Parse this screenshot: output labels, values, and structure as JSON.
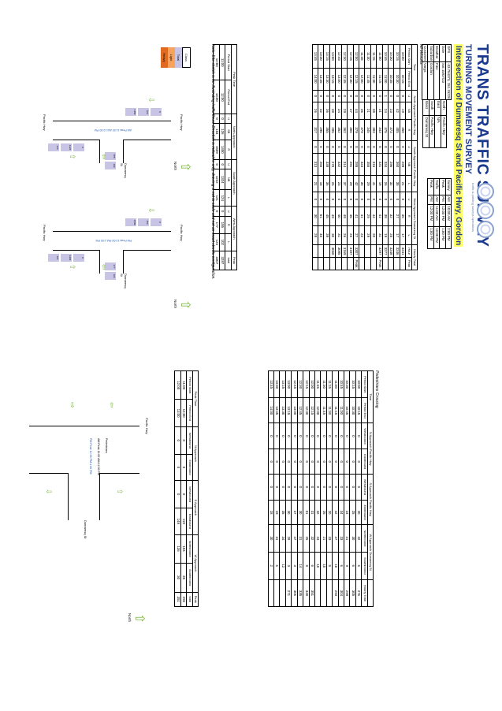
{
  "header": {
    "brand": "TRANS TRAFFIC SURVEY",
    "tagline": "traffic & parking surveys specialists",
    "subtitle": "TURNING MOVEMENT SURVEY",
    "intersection": "Intersection of Dumaresq St and Pacific Hwy, Gordon"
  },
  "info": {
    "rows": [
      [
        "GPS",
        "-33.754373, 151.15226"
      ],
      [
        "Date",
        "Sat 15/07/23"
      ],
      [
        "Weather",
        "Fine"
      ],
      [
        "Suburban",
        "Gordon"
      ],
      [
        "Customer",
        "Varga"
      ]
    ],
    "approaches": [
      [
        "North",
        "Pacific Hwy"
      ],
      [
        "East",
        "N/A"
      ],
      [
        "South",
        "Pacific Hwy"
      ],
      [
        "West",
        "Dumaresq St"
      ]
    ],
    "periods": [
      [
        "Survey",
        "AM",
        "10:00 AM",
        "2:00 PM"
      ],
      [
        "Peak",
        "PM",
        "12:00 PM",
        "1:00 PM"
      ],
      [
        "Traffic",
        "AM",
        "11:00 AM",
        "12:00 PM"
      ],
      [
        "Peak",
        "PM",
        "12:00 PM",
        "1:00 PM"
      ]
    ]
  },
  "vehicles": {
    "title": "All Vehicles",
    "headers": [
      "Period Start",
      "Period End",
      "U",
      "SB",
      "R",
      "U",
      "NB",
      "L",
      "U",
      "R",
      "L",
      "Hour",
      "Peak"
    ],
    "groups": [
      "Time",
      "North Approach Pacific Hwy",
      "South Approach Pacific Hwy",
      "West Approach Dumaresq St",
      "Hourly Total"
    ],
    "rows": [
      [
        "10:00",
        "10:15",
        "0",
        "19",
        "358",
        "0",
        "299",
        "21",
        "0",
        "36",
        "17",
        "3241",
        ""
      ],
      [
        "10:15",
        "10:30",
        "0",
        "42",
        "405",
        "0",
        "360",
        "35",
        "0",
        "27",
        "17",
        "3246",
        ""
      ],
      [
        "10:30",
        "10:45",
        "0",
        "23",
        "373",
        "0",
        "296",
        "32",
        "0",
        "32",
        "25",
        "3248",
        ""
      ],
      [
        "10:45",
        "11:00",
        "1",
        "24",
        "375",
        "0",
        "334",
        "26",
        "0",
        "38",
        "19",
        "3277",
        ""
      ],
      [
        "11:00",
        "11:15",
        "0",
        "31",
        "343",
        "0",
        "331",
        "18",
        "0",
        "41",
        "31",
        "3297",
        "Peak"
      ],
      [
        "11:15",
        "11:30",
        "0",
        "38",
        "383",
        "0",
        "315",
        "41",
        "0",
        "44",
        "20",
        "",
        ""
      ],
      [
        "11:30",
        "11:45",
        "0",
        "21",
        "345",
        "0",
        "355",
        "29",
        "0",
        "29",
        "29",
        "",
        ""
      ],
      [
        "11:45",
        "12:00",
        "0",
        "36",
        "379",
        "0",
        "323",
        "36",
        "0",
        "41",
        "22",
        "",
        ""
      ],
      [
        "12:00",
        "12:15",
        "0",
        "44",
        "379",
        "0",
        "285",
        "42",
        "0",
        "41",
        "27",
        "3307",
        "Peak"
      ],
      [
        "12:15",
        "12:30",
        "0",
        "47",
        "366",
        "0",
        "291",
        "29",
        "0",
        "45",
        "26",
        "3187",
        ""
      ],
      [
        "12:30",
        "12:45",
        "0",
        "29",
        "362",
        "0",
        "314",
        "37",
        "0",
        "49",
        "26",
        "3169",
        ""
      ],
      [
        "12:45",
        "13:00",
        "0",
        "34",
        "352",
        "0",
        "332",
        "23",
        "0",
        "40",
        "31",
        "3085",
        ""
      ],
      [
        "13:00",
        "13:15",
        "0",
        "38",
        "285",
        "0",
        "270",
        "26",
        "0",
        "49",
        "30",
        "3068",
        ""
      ],
      [
        "13:15",
        "13:30",
        "0",
        "36",
        "355",
        "0",
        "338",
        "36",
        "0",
        "45",
        "39",
        "",
        ""
      ],
      [
        "13:30",
        "13:45",
        "0",
        "32",
        "295",
        "0",
        "266",
        "15",
        "0",
        "51",
        "40",
        "",
        ""
      ],
      [
        "13:45",
        "14:00",
        "0",
        "26",
        "317",
        "0",
        "313",
        "21",
        "0",
        "30",
        "28",
        "",
        ""
      ]
    ]
  },
  "vpeak": {
    "headers": [
      "Period Start",
      "Period End",
      "U",
      "SB",
      "R",
      "U",
      "NB",
      "L",
      "U",
      "R",
      "L",
      "total"
    ],
    "groups": [
      "Peak Time",
      "North Approach",
      "South Approach",
      "West Approach",
      "Peak"
    ],
    "rows": [
      [
        "11:00",
        "12:00",
        "0",
        "126",
        "1450",
        "0",
        "1324",
        "124",
        "0",
        "155",
        "102",
        "3297"
      ],
      [
        "12:00",
        "13:00",
        "0",
        "154",
        "1509",
        "0",
        "1222",
        "121",
        "0",
        "177",
        "124",
        "3307"
      ]
    ]
  },
  "note": "Note: Site sketch is for illustrating traffic flows. Direction is indicative only, drawing is not to scale and not an exact streets configuration.",
  "legend": [
    "Class",
    "Total",
    "Light",
    "Heavy"
  ],
  "diagram1": {
    "peak": "AM Peak 11:00 AM-12:00 PM",
    "roadA": "Pacific Hwy",
    "roadB": "Dumaresq St",
    "north": "North"
  },
  "diagram2": {
    "peak": "PM Peak 12:00 PM-1:00 PM",
    "roadA": "Pacific Hwy",
    "roadB": "Dumaresq St",
    "north": "North"
  },
  "pedestrians": {
    "title": "Pedestrians Crossing",
    "headers": [
      "Period Start",
      "Period End",
      "Westbound",
      "Eastbound",
      "Westbound",
      "Eastbound",
      "Northbound",
      "Southbound",
      "Hourly Total"
    ],
    "groups": [
      "Time",
      "N Approach Pacific Hwy",
      "S Approach Pacific Hwy",
      "W Approach Dumaresq St",
      ""
    ],
    "rows": [
      [
        "10:00",
        "10:15",
        "0",
        "0",
        "0",
        "20",
        "32",
        "6",
        "276"
      ],
      [
        "10:15",
        "10:30",
        "0",
        "0",
        "0",
        "25",
        "30",
        "6",
        "305"
      ],
      [
        "10:30",
        "10:45",
        "0",
        "0",
        "0",
        "24",
        "21",
        "9",
        "299"
      ],
      [
        "10:45",
        "11:00",
        "0",
        "0",
        "0",
        "34",
        "33",
        "6",
        "304"
      ],
      [
        "11:00",
        "11:15",
        "0",
        "0",
        "0",
        "42",
        "27",
        "10",
        "293"
      ],
      [
        "11:15",
        "11:30",
        "0",
        "0",
        "0",
        "20",
        "33",
        "5",
        ""
      ],
      [
        "11:30",
        "11:45",
        "0",
        "0",
        "0",
        "25",
        "21",
        "10",
        ""
      ],
      [
        "11:45",
        "12:00",
        "0",
        "0",
        "0",
        "32",
        "23",
        "10",
        ""
      ],
      [
        "12:00",
        "12:15",
        "0",
        "0",
        "0",
        "31",
        "32",
        "6",
        "351"
      ],
      [
        "12:15",
        "12:30",
        "0",
        "0",
        "0",
        "51",
        "25",
        "8",
        "348"
      ],
      [
        "12:30",
        "12:45",
        "0",
        "0",
        "0",
        "30",
        "31",
        "14",
        "335"
      ],
      [
        "12:45",
        "13:00",
        "0",
        "0",
        "0",
        "37",
        "47",
        "3",
        "306"
      ],
      [
        "13:00",
        "13:15",
        "0",
        "0",
        "0",
        "30",
        "28",
        "3",
        "271"
      ],
      [
        "13:15",
        "13:30",
        "0",
        "0",
        "0",
        "35",
        "34",
        "12",
        ""
      ],
      [
        "13:30",
        "13:45",
        "0",
        "0",
        "0",
        "19",
        "31",
        "6",
        ""
      ],
      [
        "13:45",
        "14:00",
        "0",
        "0",
        "0",
        "18",
        "30",
        "2",
        ""
      ]
    ]
  },
  "ppeak": {
    "headers": [
      "Period Start",
      "Period End",
      "Westbound",
      "Eastbound",
      "Westbound",
      "Eastbound",
      "Northbound",
      "Southbound",
      "total"
    ],
    "groups": [
      "Peak Time",
      "N Approach",
      "S Approach",
      "W Approach",
      "Peak"
    ],
    "rows": [
      [
        "11:00",
        "12:00",
        "0",
        "0",
        "0",
        "119",
        "104",
        "35",
        "293"
      ],
      [
        "12:00",
        "13:00",
        "0",
        "0",
        "0",
        "149",
        "136",
        "30",
        "351"
      ]
    ]
  },
  "diagram3": {
    "am": "AM Peak 11:00 AM-12:00 PM",
    "pm": "PM Peak 12:00 PM-1:00 PM",
    "roadA": "Pacific Hwy",
    "roadB": "Dumaresq St",
    "north": "North",
    "centre": "Pedestrians"
  }
}
